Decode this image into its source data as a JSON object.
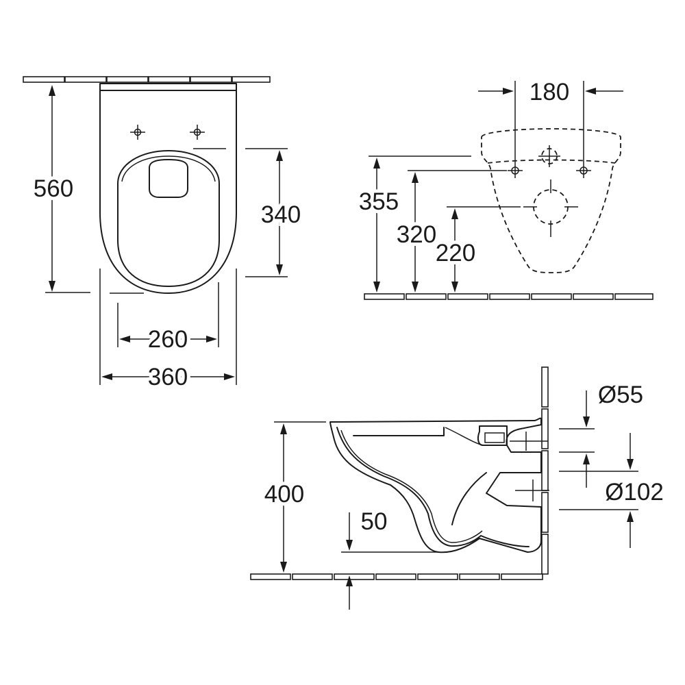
{
  "top_view": {
    "overall_depth": "560",
    "bowl_depth": "340",
    "bowl_width": "260",
    "overall_width": "360"
  },
  "front_view": {
    "bolt_spacing": "180",
    "height_355": "355",
    "height_320": "320",
    "height_220": "220"
  },
  "side_view": {
    "height": "400",
    "inlet_diameter": "Ø55",
    "outlet_diameter": "Ø102",
    "trap_offset": "50"
  },
  "colors": {
    "line": "#1a1a1a",
    "background": "#ffffff"
  }
}
